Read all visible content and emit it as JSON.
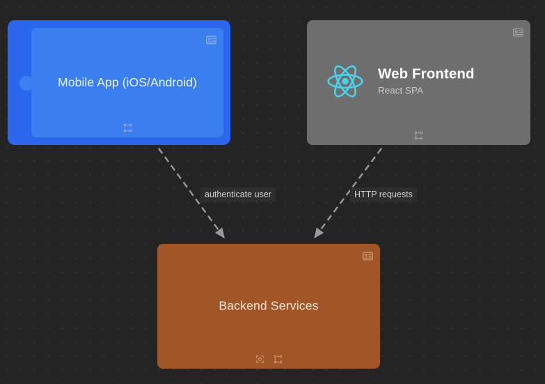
{
  "diagram": {
    "background_color": "#242424",
    "dot_color": "#333333",
    "nodes": [
      {
        "id": "mobile-app",
        "title": "Mobile App (iOS/Android)",
        "subtitle": "",
        "shape": "mobile-device",
        "color": "#2a66ee",
        "screen_color": "#3b7ef0",
        "badge_icon": "id-card-icon",
        "bottom_icons": [
          "network-nodes-icon"
        ]
      },
      {
        "id": "web-frontend",
        "title": "Web Frontend",
        "subtitle": "React SPA",
        "shape": "rounded-rect",
        "color": "#6e6e6e",
        "logo_icon": "react-logo-icon",
        "logo_color": "#4DD0E8",
        "badge_icon": "id-card-icon",
        "bottom_icons": [
          "network-nodes-icon"
        ]
      },
      {
        "id": "backend-services",
        "title": "Backend Services",
        "subtitle": "",
        "shape": "rounded-rect",
        "color": "#a25526",
        "badge_icon": "id-card-icon",
        "bottom_icons": [
          "scan-target-icon",
          "network-nodes-icon"
        ]
      }
    ],
    "edges": [
      {
        "id": "mobile-to-backend",
        "from": "mobile-app",
        "to": "backend-services",
        "label": "authenticate user",
        "style": "dashed",
        "color": "#9a9a9a"
      },
      {
        "id": "web-to-backend",
        "from": "web-frontend",
        "to": "backend-services",
        "label": "HTTP requests",
        "style": "dashed",
        "color": "#9a9a9a"
      }
    ]
  }
}
